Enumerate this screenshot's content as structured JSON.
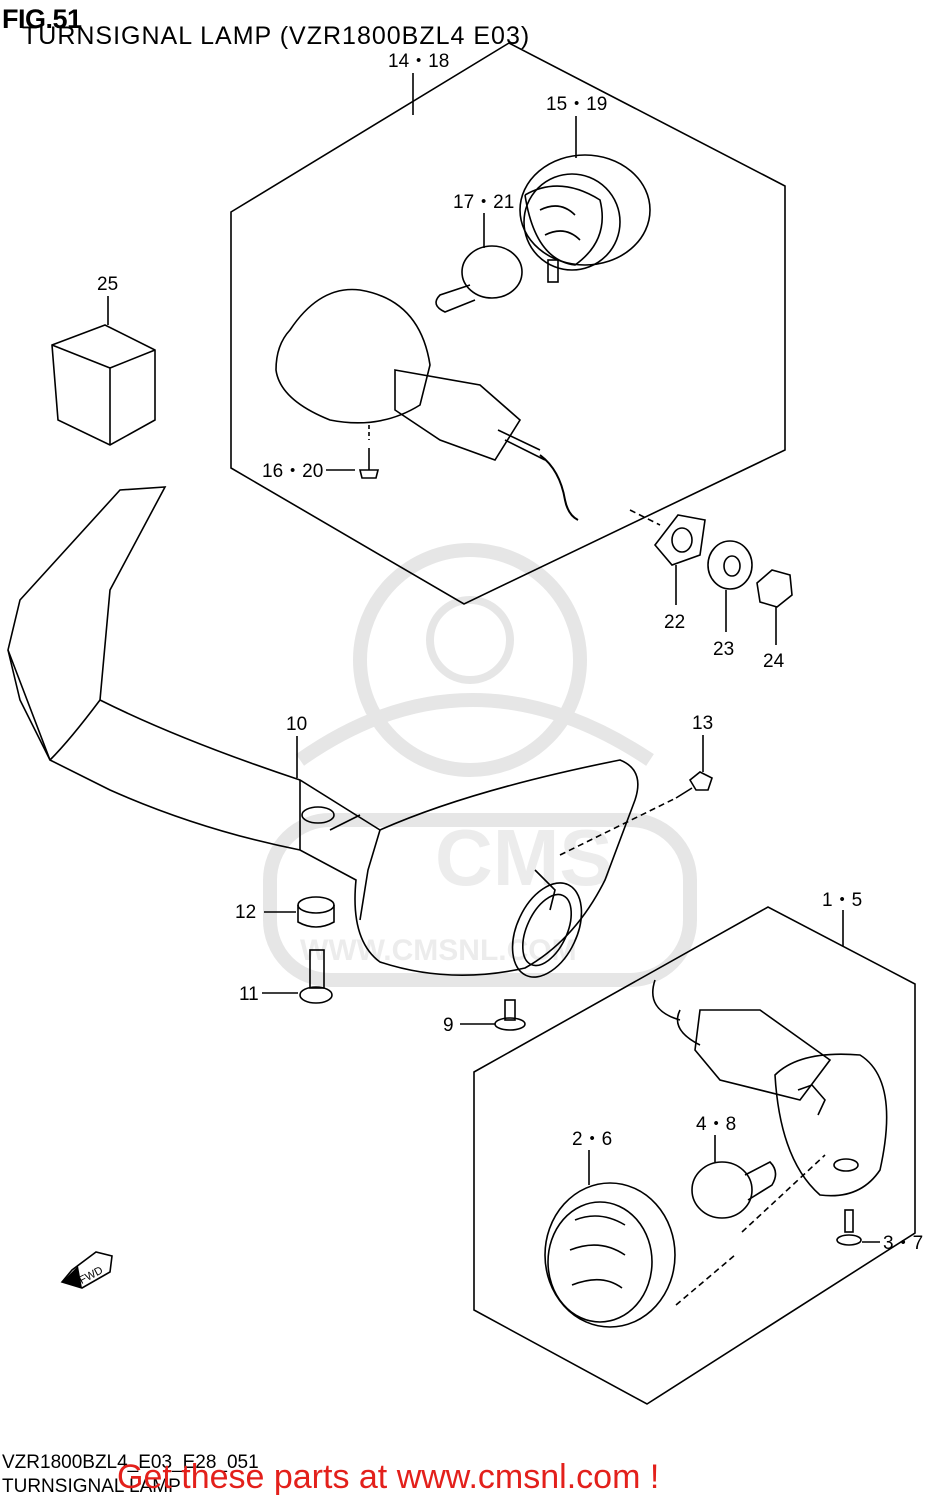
{
  "figure": {
    "number": "FIG.51",
    "title": "TURNSIGNAL LAMP (VZR1800BZL4 E03)"
  },
  "callouts": {
    "c14_18": "14・18",
    "c15_19": "15・19",
    "c17_21": "17・21",
    "c25": "25",
    "c16_20": "16・20",
    "c22": "22",
    "c23": "23",
    "c24": "24",
    "c10": "10",
    "c13": "13",
    "c12": "12",
    "c11": "11",
    "c9": "9",
    "c1_5": "1・5",
    "c2_6": "2・6",
    "c4_8": "4・8",
    "c3_7": "3・7"
  },
  "direction_tag": "FWD",
  "watermark": {
    "logo_text": "CMS",
    "url_text": "WWW.CMSNL.COM"
  },
  "footer": {
    "diagram_code": "VZR1800BZL4_E03_E28_051",
    "diagram_name": "TURNSIGNAL LAMP",
    "promo": "Get these parts at www.cmsnl.com !"
  },
  "colors": {
    "line": "#000000",
    "watermark": "#e6e6e6",
    "promo": "#e3201b"
  }
}
